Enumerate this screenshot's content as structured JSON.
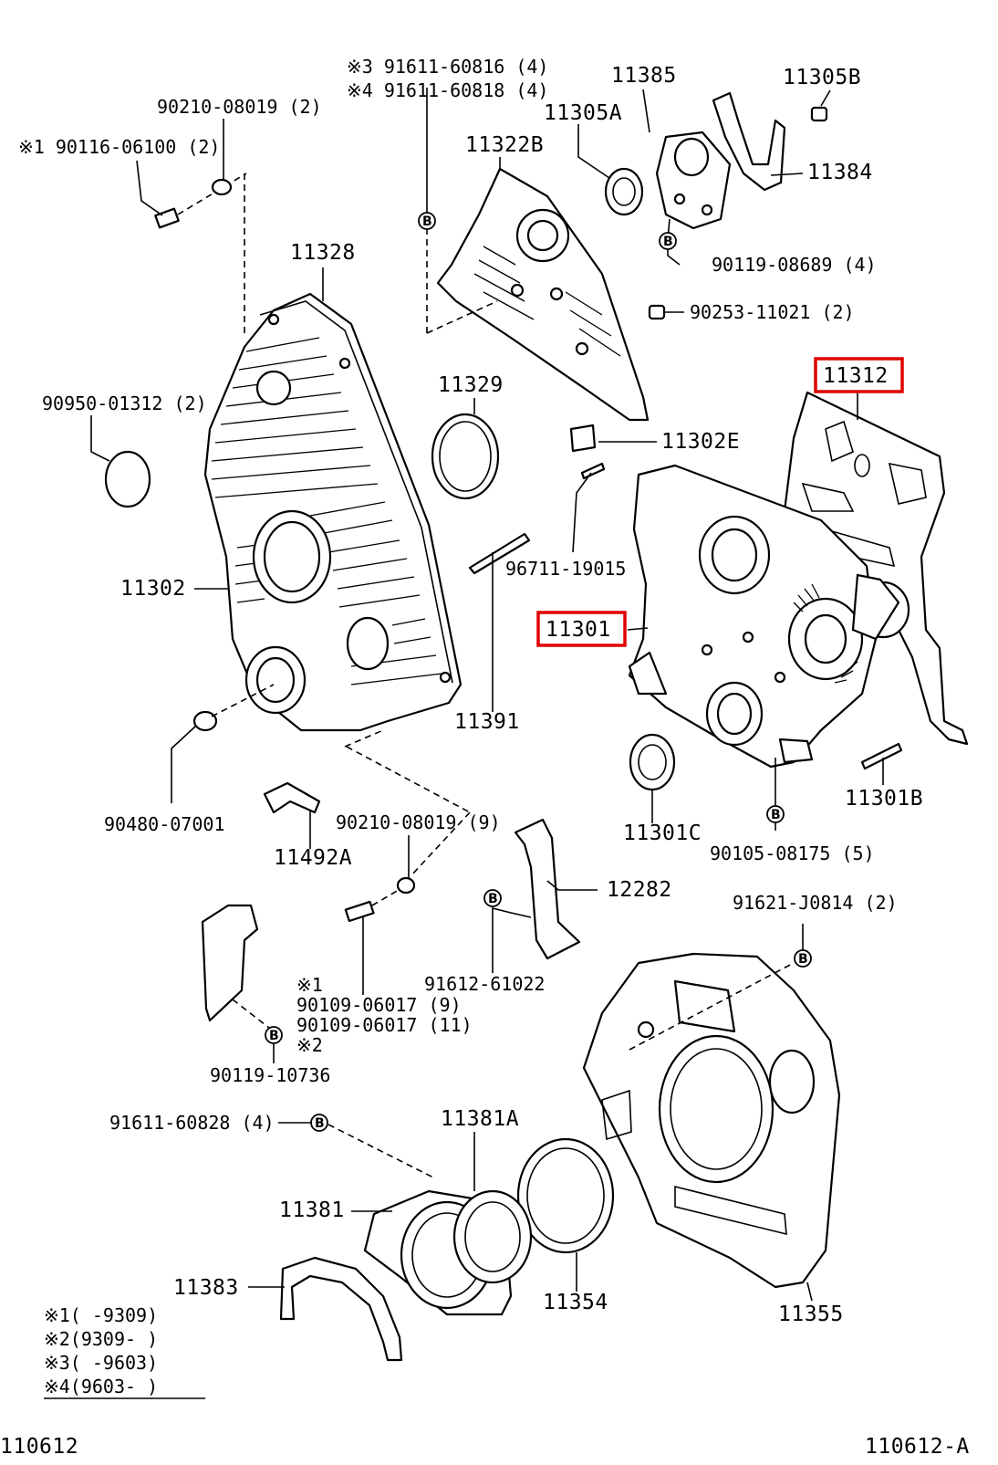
{
  "diagram": {
    "labels": {
      "l1": "※3 91611-60816 (4)",
      "l2": "※4 91611-60818 (4)",
      "l3": "11385",
      "l4": "11305B",
      "l5": "90210-08019 (2)",
      "l6": "11305A",
      "l7": "※1 90116-06100 (2)",
      "l8": "11322B",
      "l9": "11384",
      "l10": "90119-08689 (4)",
      "l11": "11328",
      "l12": "90253-11021 (2)",
      "l13": "11312",
      "l14": "90950-01312 (2)",
      "l15": "11329",
      "l16": "11302E",
      "l17": "96711-19015",
      "l18": "11302",
      "l19": "11301",
      "l20": "11391",
      "l21": "90480-07001",
      "l22": "90210-08019 (9)",
      "l23": "11301B",
      "l24": "11492A",
      "l25": "11301C",
      "l26": "90105-08175 (5)",
      "l27": "12282",
      "l28": "91621-J0814 (2)",
      "l29": "※1",
      "l30": "90109-06017 (9)",
      "l31": "90109-06017 (11)",
      "l32": "91612-61022",
      "l33": "※2",
      "l34": "90119-10736",
      "l35": "91611-60828 (4)",
      "l36": "11381A",
      "l37": "11381",
      "l38": "11383",
      "l39": "11354",
      "l40": "11355",
      "bolt": "B"
    },
    "legend": [
      "※1(      -9309)",
      "※2(9309-       )",
      "※3(      -9603)",
      "※4(9603-       )"
    ],
    "footer_left": "110612",
    "footer_right": "110612-A",
    "highlight_color": "#e00000"
  }
}
